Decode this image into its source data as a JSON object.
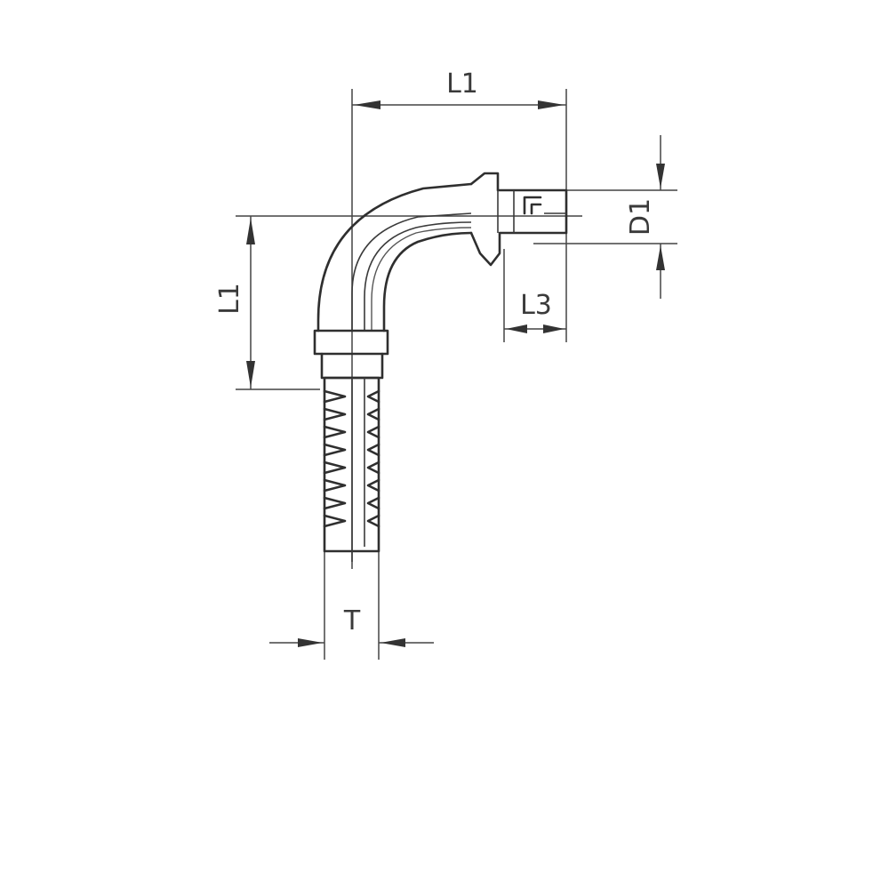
{
  "labels": {
    "l1_horizontal": "L1",
    "l1_vertical": "L1",
    "d1": "D1",
    "l3": "L3",
    "t": "T"
  }
}
